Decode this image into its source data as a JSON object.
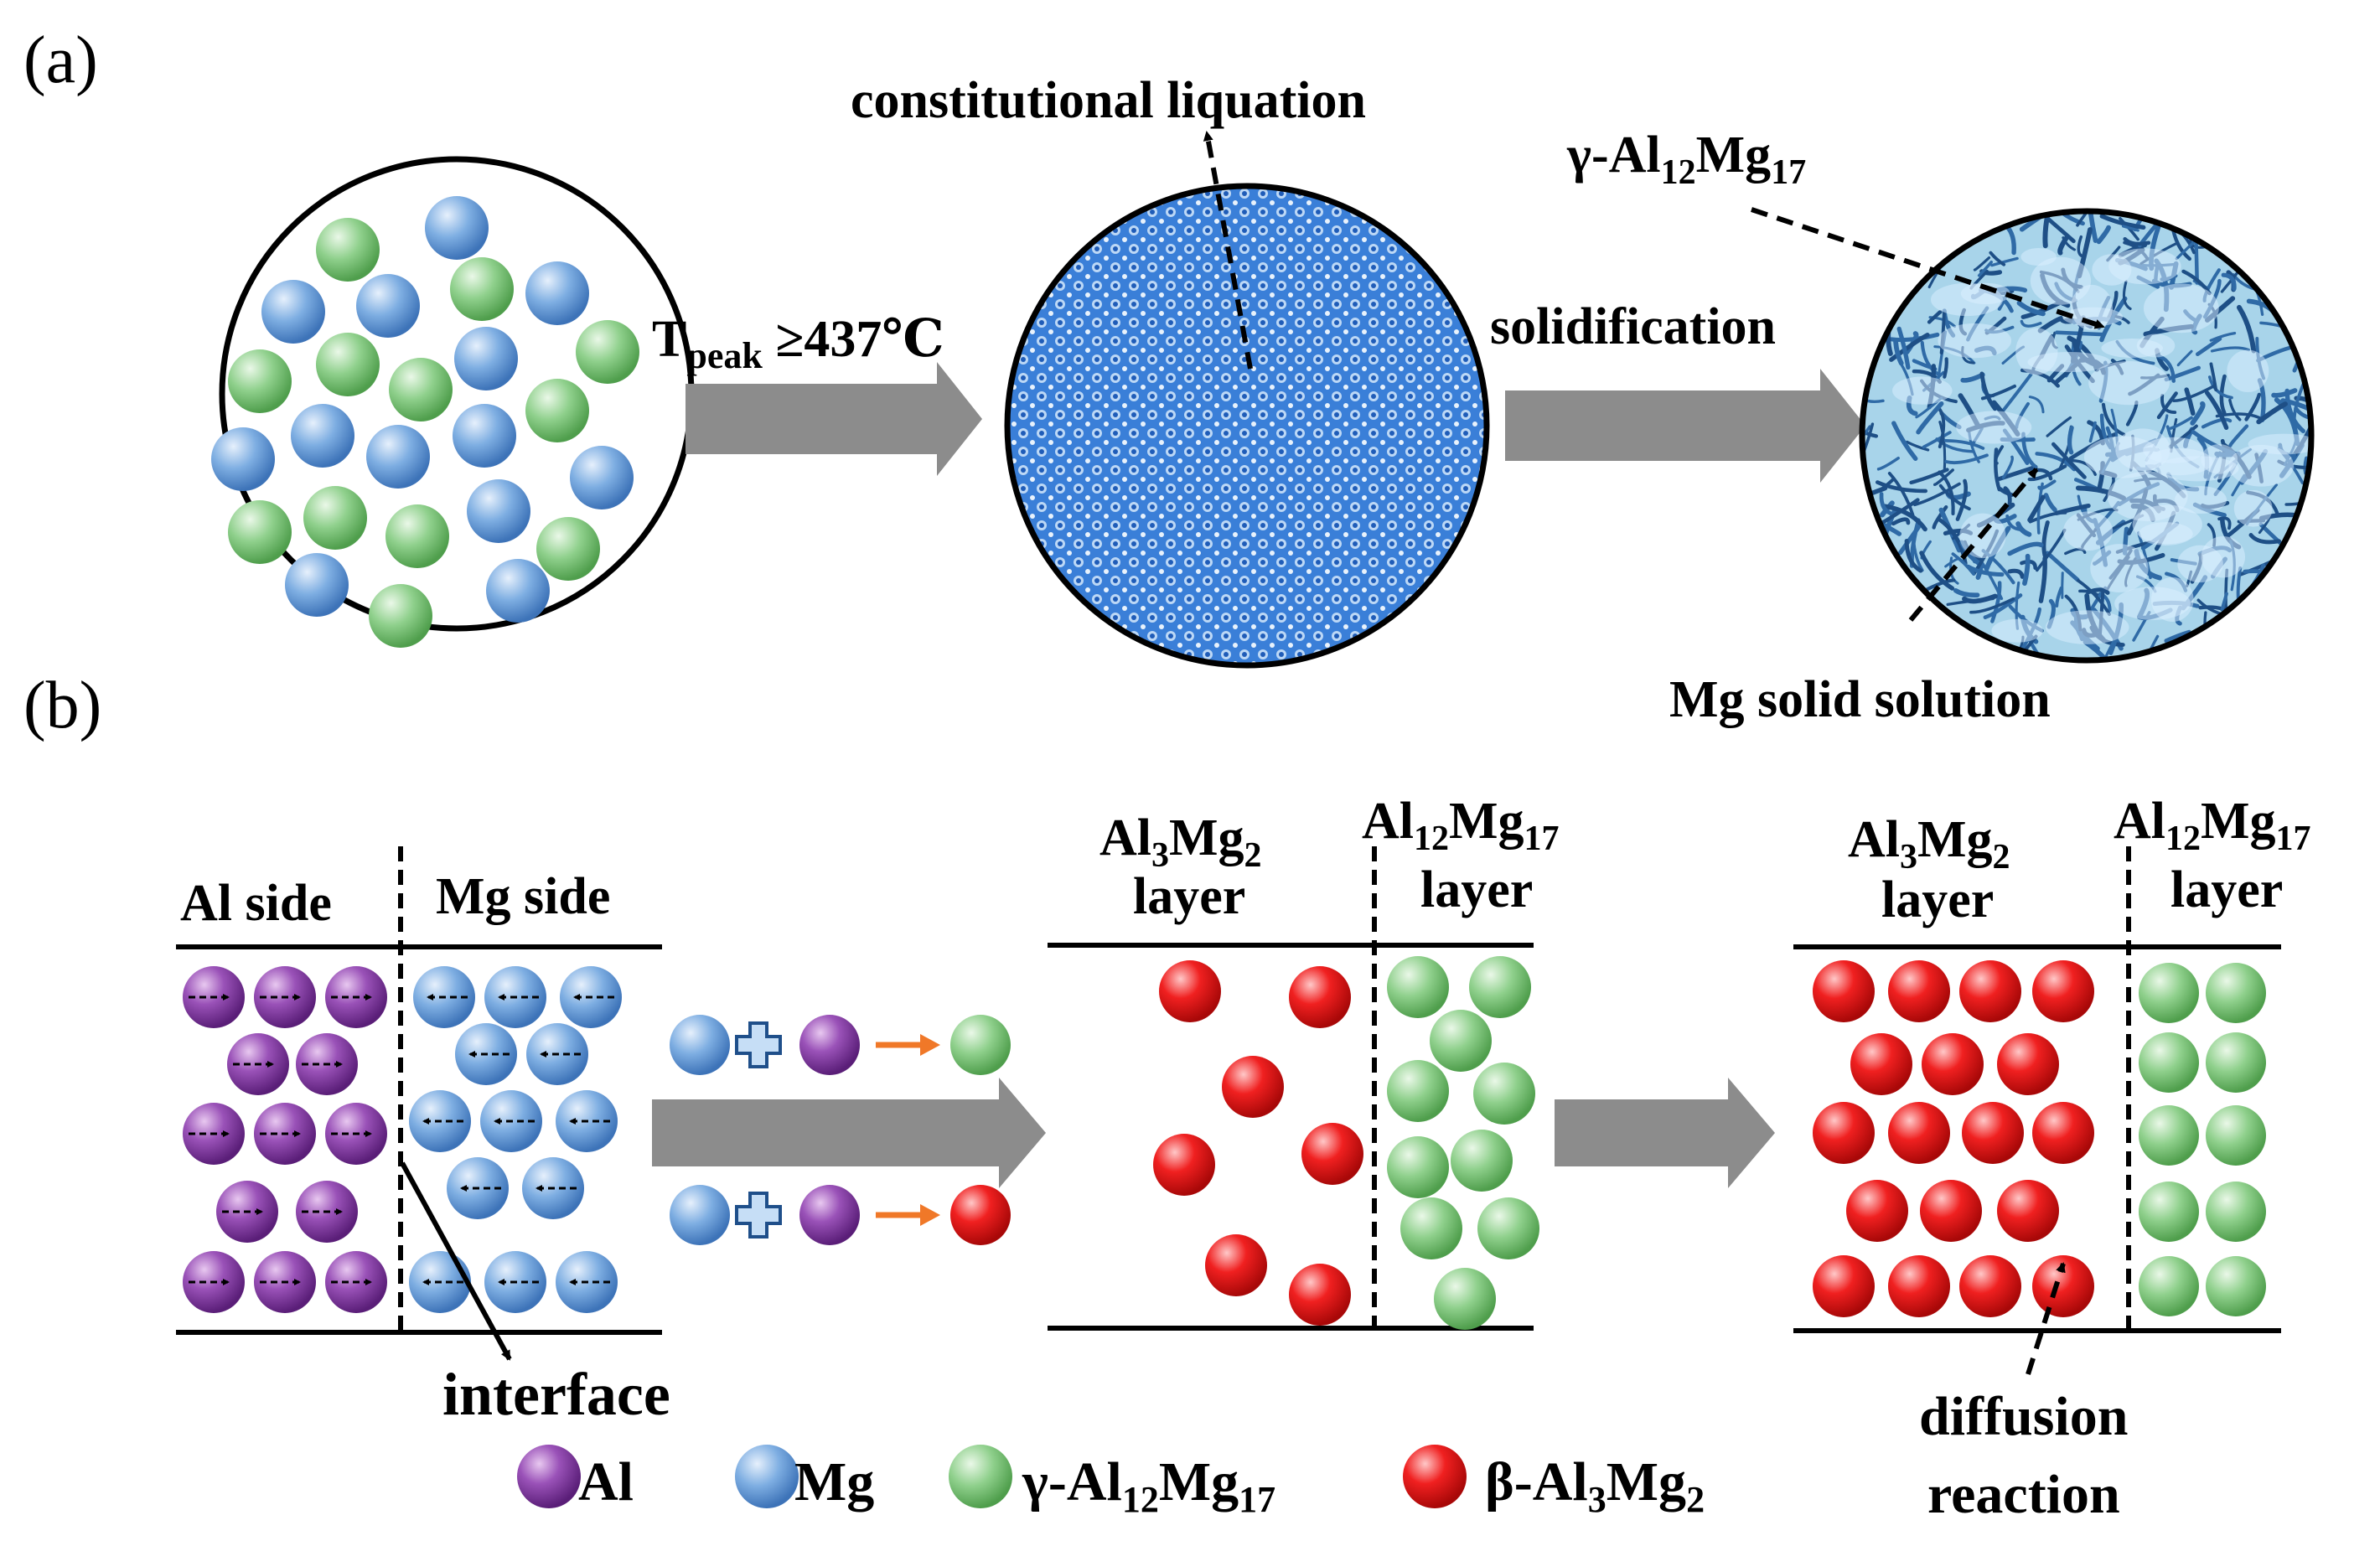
{
  "panel_a": {
    "label": "(a)",
    "condition_T": "T",
    "condition_sub": "peak",
    "condition_rest": " ≥437℃",
    "step_solidification": "solidification",
    "label_liquation": "constitutional liquation",
    "label_gamma": {
      "prefix": "γ-Al",
      "sub1": "12",
      "mid": "Mg",
      "sub2": "17"
    },
    "label_mg_solution": "Mg solid solution"
  },
  "panel_b": {
    "label": "(b)",
    "al_side": "Al side",
    "mg_side": "Mg side",
    "interface": "interface",
    "mid_left": {
      "prefix": "Al",
      "sub1": "3",
      "mid": "Mg",
      "sub2": "2",
      "line2": "layer"
    },
    "mid_right": {
      "prefix": "Al",
      "sub1": "12",
      "mid": "Mg",
      "sub2": "17",
      "line2": "layer"
    },
    "right_left": {
      "prefix": "Al",
      "sub1": "3",
      "mid": "Mg",
      "sub2": "2",
      "line2": "layer"
    },
    "right_right": {
      "prefix": "Al",
      "sub1": "12",
      "mid": "Mg",
      "sub2": "17",
      "line2": "layer"
    },
    "diffusion_line1": "diffusion",
    "diffusion_line2": "reaction"
  },
  "legend": [
    {
      "kind": "al",
      "text": "Al",
      "sub1": "",
      "mid": "",
      "sub2": ""
    },
    {
      "kind": "mg",
      "text": "Mg",
      "sub1": "",
      "mid": "",
      "sub2": ""
    },
    {
      "kind": "gamma",
      "text": "γ-Al",
      "sub1": "12",
      "mid": "Mg",
      "sub2": "17"
    },
    {
      "kind": "beta",
      "text": "β-Al",
      "sub1": "3",
      "mid": "Mg",
      "sub2": "2"
    }
  ],
  "colors": {
    "al": "#8a3fa8",
    "mg": "#6a9fd8",
    "gamma": "#7cc47c",
    "beta": "#e82828",
    "arrow_gray": "#8c8c8c",
    "orange_arrow": "#f07828",
    "liquation_blue": "#2a6fd0",
    "solution_blue": "#a8d4ea"
  }
}
